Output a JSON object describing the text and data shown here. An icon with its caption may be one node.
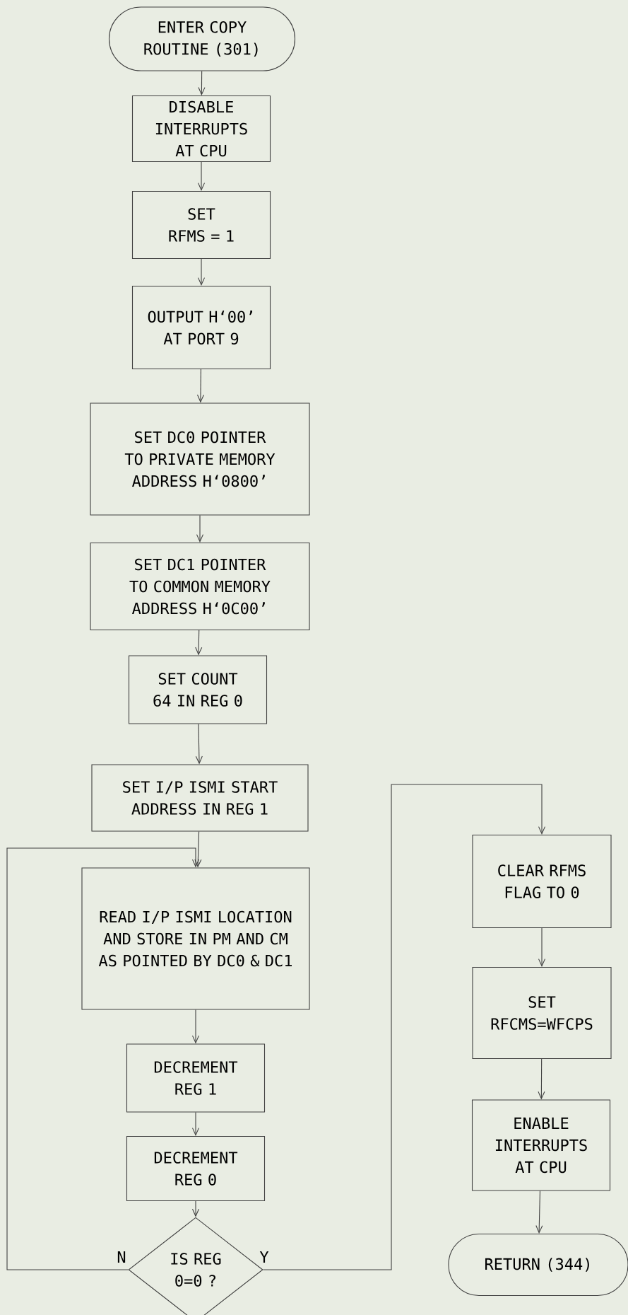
{
  "diagram": {
    "nodes": [
      {
        "text": [
          "ENTER COPY ROUTINE (301)"
        ]
      },
      {
        "text": [
          "DISABLE INTERRUPTS AT CPU"
        ]
      },
      {
        "text": [
          "SET RFMS = 1"
        ]
      },
      {
        "text": [
          "OUTPUT H‘00’ AT PORT 9"
        ]
      },
      {
        "text": [
          "SET DC0 POINTER TO PRIVATE MEMORY ADDRESS H‘0800’"
        ]
      },
      {
        "text": [
          "SET DC1 POINTER TO COMMON MEMORY ADDRESS H‘0C00’"
        ]
      },
      {
        "text": [
          "SET COUNT 64 IN REG 0"
        ]
      },
      {
        "text": [
          "SET I/P ISMI START ADDRESS IN REG 1"
        ]
      },
      {
        "text": [
          "READ I/P ISMI LOCATION AND STORE IN PM AND CM AS POINTED BY DC0 & DC1"
        ]
      },
      {
        "text": [
          "DECREMENT REG 1"
        ]
      },
      {
        "text": [
          "DECREMENT REG 0"
        ]
      },
      {
        "text": [
          "IS REG 0=0 ?"
        ]
      },
      {
        "text": [
          "CLEAR RFMS FLAG TO 0"
        ]
      },
      {
        "text": [
          "SET RFCMS=WFCPS"
        ]
      },
      {
        "text": [
          "ENABLE INTERRUPTS AT CPU"
        ]
      },
      {
        "text": [
          "RETURN (344)"
        ]
      }
    ],
    "edges": [
      {
        "from": 0,
        "to": 1,
        "arrow": "to"
      },
      {
        "from": 1,
        "to": 2,
        "arrow": "to"
      },
      {
        "from": 2,
        "to": 3,
        "arrow": "to"
      },
      {
        "from": 3,
        "to": 4,
        "arrow": "to"
      },
      {
        "from": 4,
        "to": 5,
        "arrow": "to"
      },
      {
        "from": 5,
        "to": 6,
        "arrow": "to"
      },
      {
        "from": 6,
        "to": 7,
        "arrow": "to"
      },
      {
        "from": 7,
        "to": 8,
        "arrow": "to"
      },
      {
        "from": 8,
        "to": 9,
        "arrow": "to"
      },
      {
        "from": 9,
        "to": 10,
        "arrow": "to"
      },
      {
        "from": 10,
        "to": 11,
        "arrow": "to"
      },
      {
        "from": 11,
        "to": 8,
        "arrow": "to",
        "label": "N"
      },
      {
        "from": 11,
        "to": 12,
        "arrow": "to",
        "label": "Y"
      },
      {
        "from": 12,
        "to": 13,
        "arrow": "to"
      },
      {
        "from": 13,
        "to": 14,
        "arrow": "to"
      },
      {
        "from": 14,
        "to": 15,
        "arrow": "to"
      }
    ]
  }
}
